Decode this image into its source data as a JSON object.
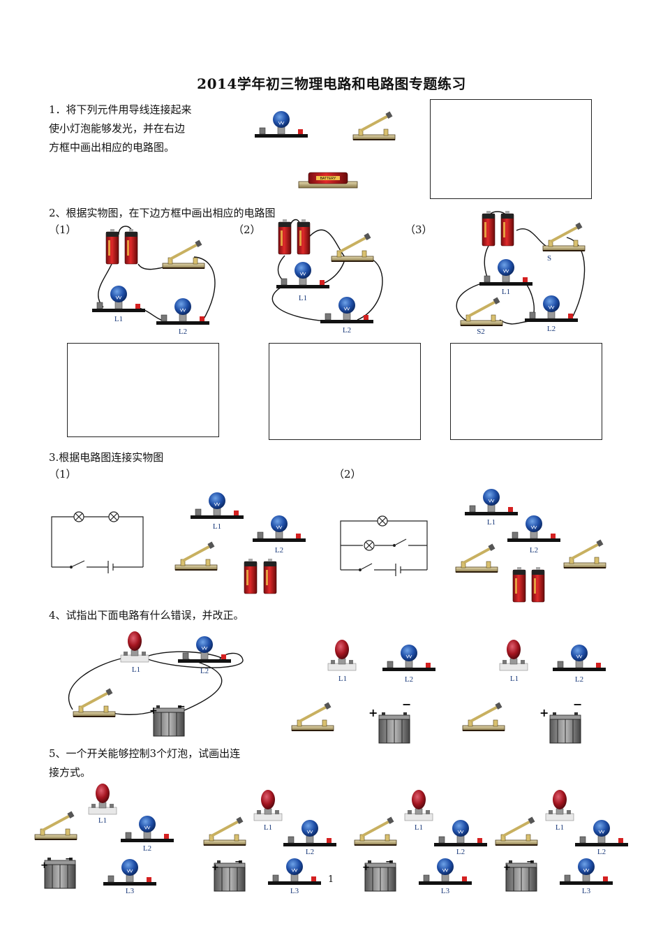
{
  "title": "2014学年初三物理电路和电路图专题练习",
  "q1": {
    "lines": [
      "1．将下列元件用导线连接起来",
      "使小灯泡能够发光，并在右边",
      "方框中画出相应的电路图。"
    ],
    "battery_label": "BATTERY"
  },
  "q2": {
    "text": "2、根据实物图，在下边方框中画出相应的电路图",
    "parts": [
      "（1）",
      "（2）",
      "（3）"
    ]
  },
  "q3": {
    "text": "3.根据电路图连接实物图",
    "parts": [
      "（1）",
      "（2）"
    ]
  },
  "q4": {
    "text": "4、试指出下面电路有什么错误，并改正。"
  },
  "q5": {
    "lines": [
      "5、一个开关能够控制3个灯泡，试画出连",
      "接方式。"
    ]
  },
  "labels": {
    "L1": "L1",
    "L2": "L2",
    "L3": "L3",
    "S": "S",
    "S2": "S2",
    "plus": "+",
    "minus": "−"
  },
  "page_number": "1"
}
